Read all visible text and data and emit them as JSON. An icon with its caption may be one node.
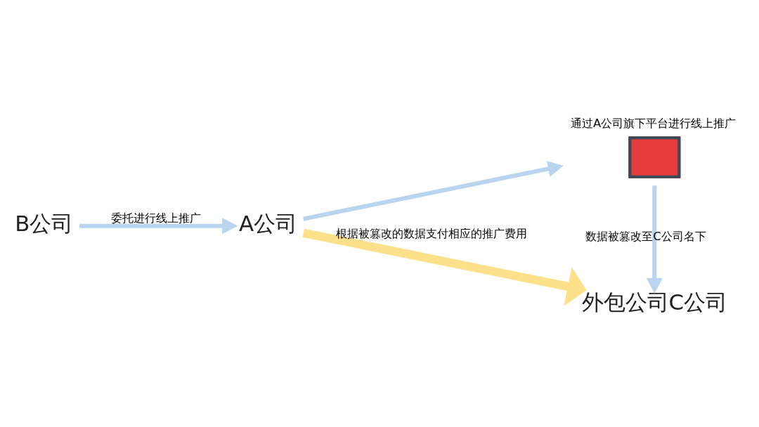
{
  "diagram": {
    "nodes": [
      {
        "text": [
          "B公司"
        ]
      },
      {
        "text": [
          "A公司"
        ]
      },
      {
        "text": [],
        "shape": "box",
        "beside": [
          "通过A公司旗下平台进行线上推广"
        ]
      },
      {
        "text": [
          "外包公司C公司"
        ]
      }
    ],
    "edges": [
      {
        "from": 0,
        "to": 1,
        "arrow": "to",
        "label": "委托进行线上推广"
      },
      {
        "from": 1,
        "to": 2,
        "arrow": "to"
      },
      {
        "from": 2,
        "to": 3,
        "arrow": "to",
        "label": "数据被篡改至C公司名下"
      },
      {
        "from": 1,
        "to": 3,
        "arrow": "to",
        "label": "根据被篡改的数据支付相应的推广费用",
        "style": "thick",
        "color": "#fde08a"
      }
    ]
  }
}
